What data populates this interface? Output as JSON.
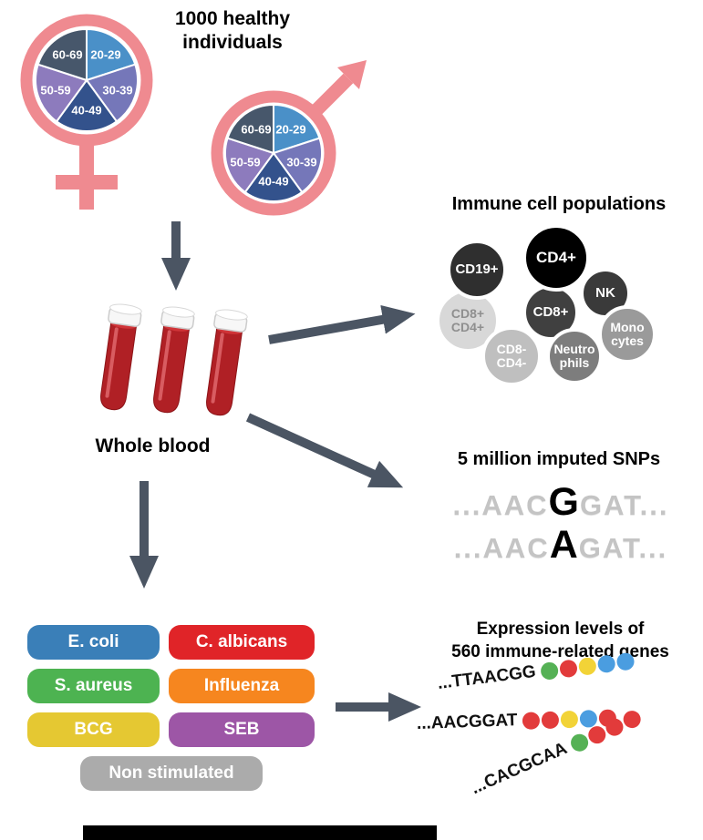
{
  "arrow_color": "#4b5563",
  "header": {
    "title": "1000 healthy\nindividuals"
  },
  "demographics": {
    "age_groups": [
      "20-29",
      "30-39",
      "40-49",
      "50-59",
      "60-69"
    ],
    "slice_colors": [
      "#4a90c8",
      "#7577b9",
      "#33528c",
      "#8d7bbd",
      "#47576b"
    ],
    "symbol_color": "#ef8a90"
  },
  "blood": {
    "label": "Whole blood",
    "color": "#b02025"
  },
  "immune": {
    "title": "Immune cell populations",
    "cells": [
      {
        "label": "CD19+",
        "bg": "#2f2f2f",
        "fg": "#ffffff"
      },
      {
        "label": "CD4+",
        "bg": "#000000",
        "fg": "#ffffff"
      },
      {
        "label": "NK",
        "bg": "#3a3a3a",
        "fg": "#ffffff"
      },
      {
        "label": "CD8+",
        "bg": "#404040",
        "fg": "#ffffff"
      },
      {
        "label": "CD8+\nCD4+",
        "bg": "#d8d8d8",
        "fg": "#8f8f8f"
      },
      {
        "label": "CD8-\nCD4-",
        "bg": "#bfbfbf",
        "fg": "#ffffff"
      },
      {
        "label": "Neutro\nphils",
        "bg": "#7d7d7d",
        "fg": "#ffffff"
      },
      {
        "label": "Mono\ncytes",
        "bg": "#9a9a9a",
        "fg": "#ffffff"
      }
    ]
  },
  "snps": {
    "title": "5 million imputed SNPs",
    "lines": [
      {
        "pre": "...AAC",
        "variant": "G",
        "post": "GAT..."
      },
      {
        "pre": "...AAC",
        "variant": "A",
        "post": "GAT..."
      }
    ]
  },
  "stimuli": [
    {
      "label": "E. coli",
      "color": "#3a7fb8"
    },
    {
      "label": "C. albicans",
      "color": "#e02428"
    },
    {
      "label": "S. aureus",
      "color": "#4db351"
    },
    {
      "label": "Influenza",
      "color": "#f6861f"
    },
    {
      "label": "BCG",
      "color": "#e5c832"
    },
    {
      "label": "SEB",
      "color": "#9d56a6"
    },
    {
      "label": "Non stimulated",
      "color": "#ababab"
    }
  ],
  "genes": {
    "title": "Expression levels of\n560 immune-related genes",
    "bead_colors": {
      "green": "#55b155",
      "red": "#e23b3b",
      "yellow": "#f2d337",
      "blue": "#4a9de0"
    },
    "rows": [
      {
        "seq": "...TTAACGG",
        "beads": [
          "green",
          "red",
          "yellow",
          "blue",
          "blue"
        ]
      },
      {
        "seq": "...AACGGAT",
        "beads": [
          "red",
          "red",
          "yellow",
          "blue",
          "red"
        ]
      },
      {
        "seq": "...CACGCAA",
        "beads": [
          "green",
          "red",
          "red",
          "red"
        ]
      }
    ]
  }
}
